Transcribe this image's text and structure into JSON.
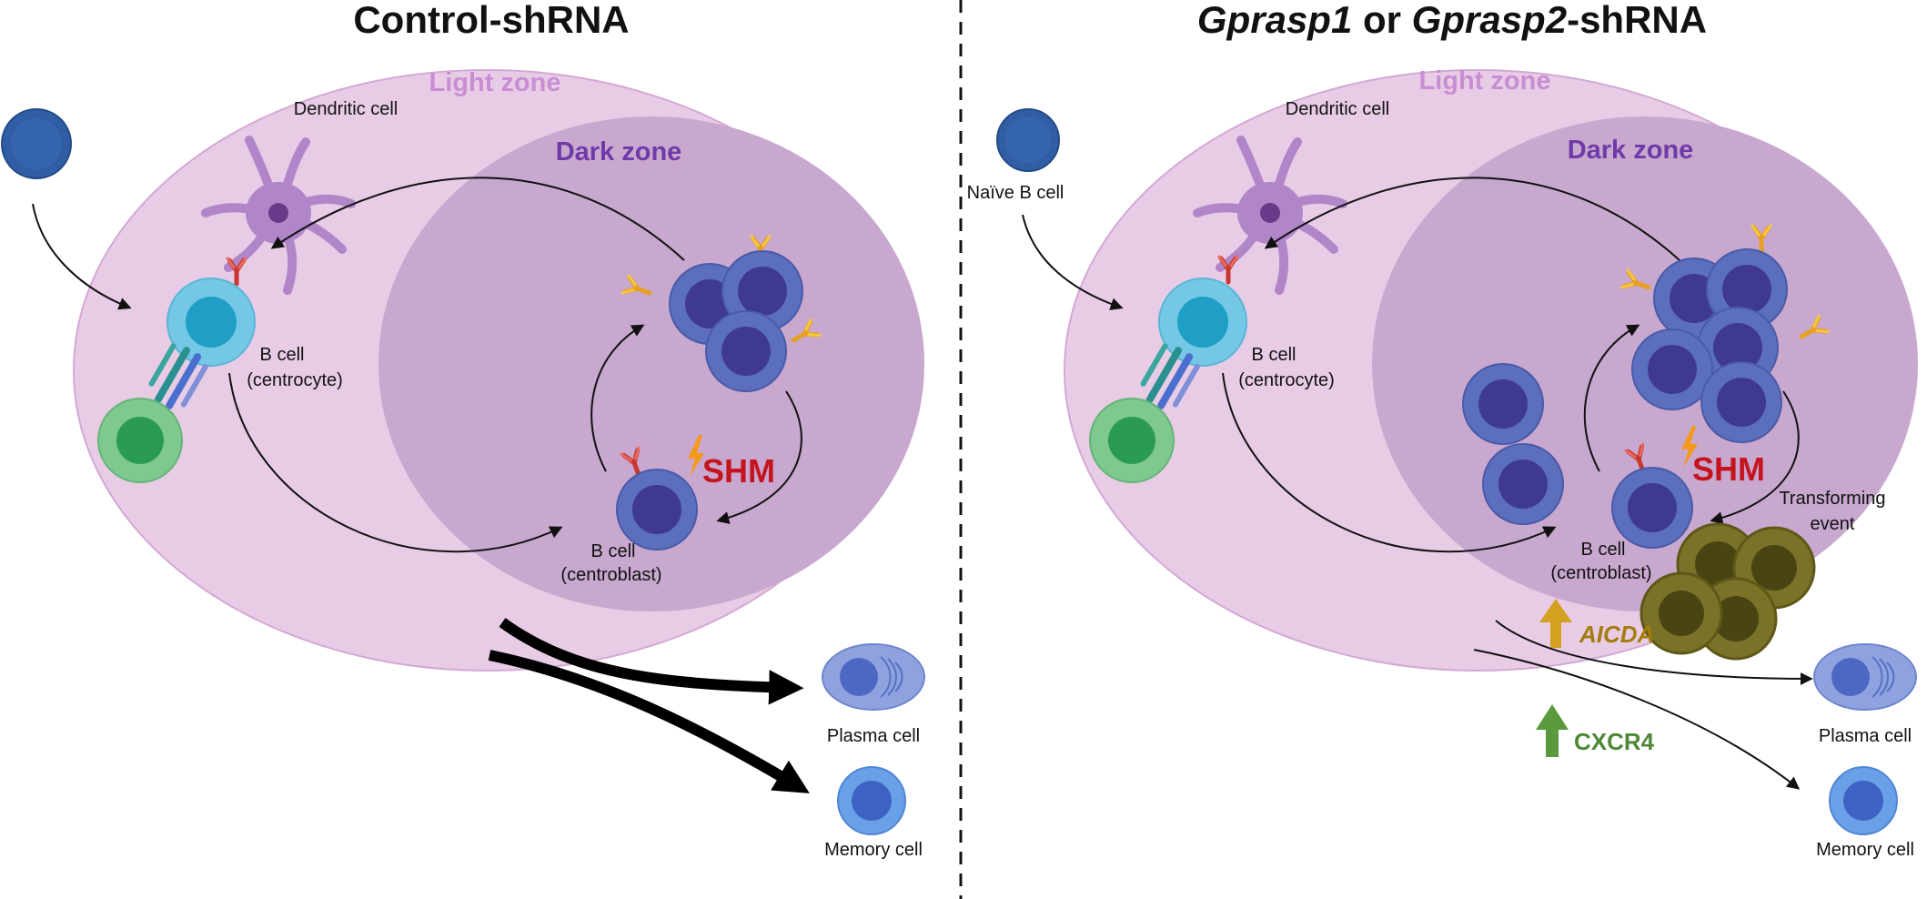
{
  "left_panel": {
    "title": "Control-shRNA",
    "light_zone": "Light zone",
    "dark_zone": "Dark zone",
    "dendritic_cell": "Dendritic cell",
    "centrocyte": {
      "line1": "B cell",
      "line2": "(centrocyte)"
    },
    "centroblast": {
      "line1": "B cell",
      "line2": "(centroblast)"
    },
    "shm": "SHM",
    "plasma_cell": "Plasma cell",
    "memory_cell": "Memory cell"
  },
  "right_panel": {
    "title": {
      "gene1": "Gprasp1",
      "conj": " or ",
      "gene2": "Gprasp2",
      "suffix": "-shRNA"
    },
    "light_zone": "Light zone",
    "dark_zone": "Dark zone",
    "naive_b_cell": "Naïve B cell",
    "dendritic_cell": "Dendritic cell",
    "centrocyte": {
      "line1": "B cell",
      "line2": "(centrocyte)"
    },
    "centroblast": {
      "line1": "B cell",
      "line2": "(centroblast)"
    },
    "shm": "SHM",
    "transforming_event": {
      "line1": "Transforming",
      "line2": "event"
    },
    "aicda": "AICDA",
    "cxcr4": "CXCR4",
    "plasma_cell": "Plasma cell",
    "memory_cell": "Memory cell"
  },
  "colors": {
    "light_zone_fill": "#e8cce6",
    "light_zone_stroke": "#d4a8d4",
    "dark_zone_fill": "#c8a8cf",
    "light_zone_text": "#c88ed4",
    "dark_zone_text": "#6f3aa8",
    "shm_text": "#c4141d",
    "b_cell_blue": "#5b6fbd",
    "b_cell_nucleus": "#3f3a8f",
    "centrocyte_cyan": "#74c8e6",
    "centrocyte_nucleus": "#1f9fc6",
    "tfh_green": "#7fc88f",
    "tfh_nucleus": "#2a9a55",
    "dendritic_purple": "#b086c9",
    "naive_blue": "#2f5ea5",
    "plasma_blue": "#8fa2e0",
    "memory_blue": "#6aa0e8",
    "transformed_olive": "#7a7228",
    "aicda_color": "#a27d0c",
    "cxcr4_color": "#4e8a36"
  }
}
